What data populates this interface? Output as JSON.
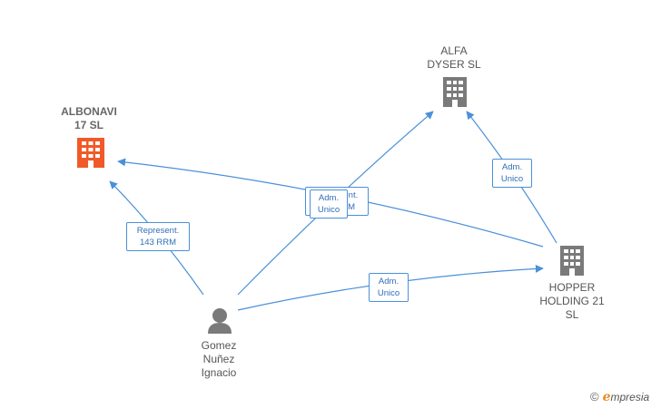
{
  "colors": {
    "edge": "#4a90d9",
    "company_gray": "#7a7a7a",
    "company_highlight": "#f05a28",
    "person": "#7a7a7a",
    "brand_accent": "#f08a1c"
  },
  "nodes": {
    "albonavi": {
      "line1": "ALBONAVI",
      "line2": "17  SL",
      "icon": "building-icon"
    },
    "alfa": {
      "line1": "ALFA",
      "line2": "DYSER SL",
      "icon": "building-icon"
    },
    "hopper": {
      "line1": "HOPPER",
      "line2": "HOLDING 21",
      "line3": "SL",
      "icon": "building-icon"
    },
    "gomez": {
      "line1": "Gomez",
      "line2": "Nuñez",
      "line3": "Ignacio",
      "icon": "person-icon"
    }
  },
  "edges": {
    "gomez_albonavi": {
      "line1": "Represent.",
      "line2": "143 RRM"
    },
    "hopper_albonavi": {
      "line1": "Represent.",
      "line2": "143 RRM"
    },
    "gomez_alfa": {
      "line1": "Adm.",
      "line2": "Unico"
    },
    "hopper_alfa": {
      "line1": "Adm.",
      "line2": "Unico"
    },
    "gomez_hopper": {
      "line1": "Adm.",
      "line2": "Unico"
    }
  },
  "brand": {
    "copyright": "©",
    "first_letter": "e",
    "rest": "mpresia"
  }
}
